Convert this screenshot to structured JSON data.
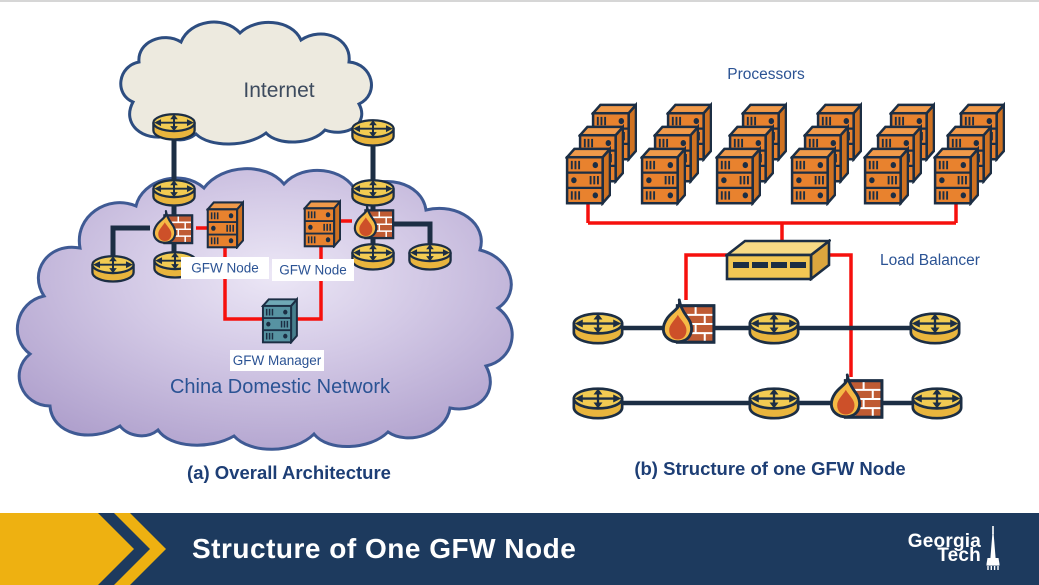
{
  "slide": {
    "title": "Structure of One GFW Node",
    "logo": {
      "line1": "Georgia",
      "line2": "Tech"
    }
  },
  "diagram_a": {
    "caption": "(a) Overall Architecture",
    "internet_label": "Internet",
    "network_label": "China Domestic Network",
    "node_labels": [
      "GFW Node",
      "GFW Node"
    ],
    "manager_label": "GFW Manager"
  },
  "diagram_b": {
    "caption": "(b) Structure of one GFW Node",
    "processors_label": "Processors",
    "load_balancer_label": "Load Balancer"
  },
  "icons": {
    "router-icon": "yellow cylinder with 4-way arrows",
    "firewall-icon": "flame in front of brick wall",
    "processor-server-icon": "orange rack server tower",
    "manager-server-icon": "teal rack server tower",
    "load-balancer-icon": "yellow 3d switch box",
    "internet-cloud": "beige cloud outline",
    "domestic-cloud": "purple cloud outline",
    "chevron-icon": "gold double chevron arrow",
    "tech-tower-icon": "georgia tech tower spire"
  },
  "colors": {
    "banner_navy": "#1d3a5e",
    "banner_gold": "#eeb111",
    "label_navy": "#2b5394",
    "caption_navy": "#1d3e75",
    "red_link": "#f6100d",
    "black_link": "#1c2e44",
    "router_gold_top": "#f2cb52",
    "router_gold_side": "#e9b53d",
    "server_orange": "#e8822e",
    "manager_teal": "#5793a2",
    "brick_red": "#bf5b33",
    "flame_outer": "#f5b945",
    "flame_inner": "#cd5029",
    "internet_cloud_fill": "#edeadf",
    "domestic_cloud_edge": "#b0a1cd",
    "cloud_border": "#2d4d80"
  }
}
